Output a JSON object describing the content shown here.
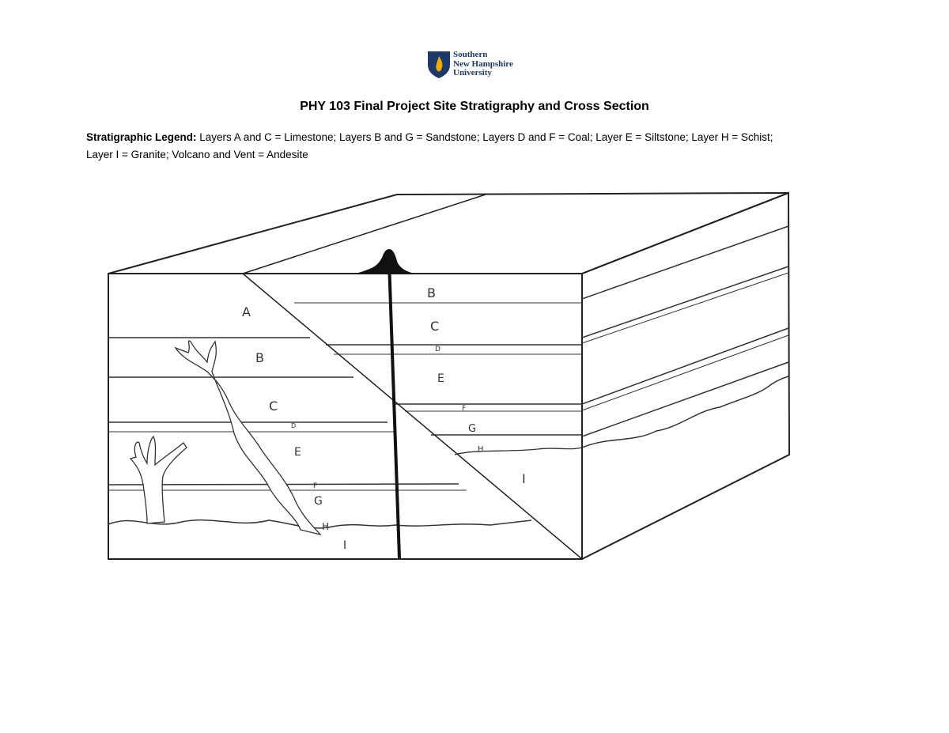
{
  "logo": {
    "line1": "Southern",
    "line2": "New Hampshire",
    "line3": "University"
  },
  "title": "PHY 103 Final Project Site Stratigraphy and Cross Section",
  "legend": {
    "heading": "Stratigraphic Legend:",
    "line1": "Layers A and C = Limestone; Layers B and G = Sandstone; Layers D and F = Coal; Layer E = Siltstone; Layer H = Schist;",
    "line2": "Layer I = Granite; Volcano and Vent = Andesite"
  },
  "labels": {
    "left_A": "A",
    "left_B": "B",
    "left_C": "C",
    "left_D": "D",
    "left_E": "E",
    "left_F": "F",
    "left_G": "G",
    "left_H": "H",
    "left_I": "I",
    "right_B": "B",
    "right_C": "C",
    "right_D": "D",
    "right_E": "E",
    "right_F": "F",
    "right_G": "G",
    "right_H": "H",
    "right_I": "I"
  }
}
